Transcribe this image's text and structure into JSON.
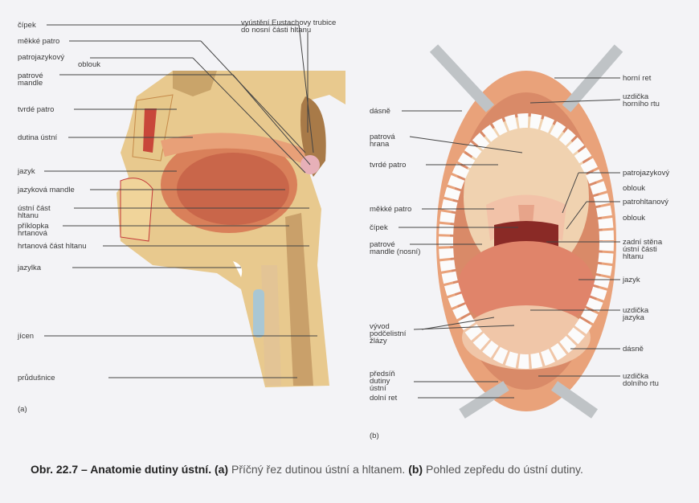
{
  "panel_a": {
    "id": "(a)",
    "labels": [
      "čípek",
      "měkké patro",
      "patrojazykový",
      "oblouk",
      "patrové\nmandle",
      "tvrdé patro",
      "dutina ústní",
      "jazyk",
      "jazyková mandle",
      "ústní část\nhltanu",
      "příklopka\nhrtanová",
      "hrtanová část hltanu",
      "jazylka",
      "jícen",
      "průdušnice",
      "vyústění Eustachovy trubice\ndo nosní části hltanu"
    ]
  },
  "panel_b": {
    "id": "(b)",
    "left_labels": [
      "dásně",
      "patrová\nhrana",
      "tvrdé patro",
      "měkké patro",
      "čípek",
      "patrové\nmandle (nosní)",
      "vývod\npodčelistní\nžlázy",
      "předsíň\ndutiny\nústní",
      "dolní ret"
    ],
    "right_labels": [
      "horní ret",
      "uzdička\nhorního rtu",
      "patrojazykový",
      "oblouk",
      "patrohltanový",
      "oblouk",
      "zadní stěna\nústní části\nhltanu",
      "jazyk",
      "uzdička\njazyka",
      "dásně",
      "uzdička\ndolního rtu"
    ]
  },
  "caption": {
    "bold1": "Obr. 22.7 – Anatomie dutiny ústní. (a)",
    "text1": " Příčný řez dutinou ústní a hltanem.",
    "bold2": "(b)",
    "text2": " Pohled zepředu do ústní dutiny."
  }
}
